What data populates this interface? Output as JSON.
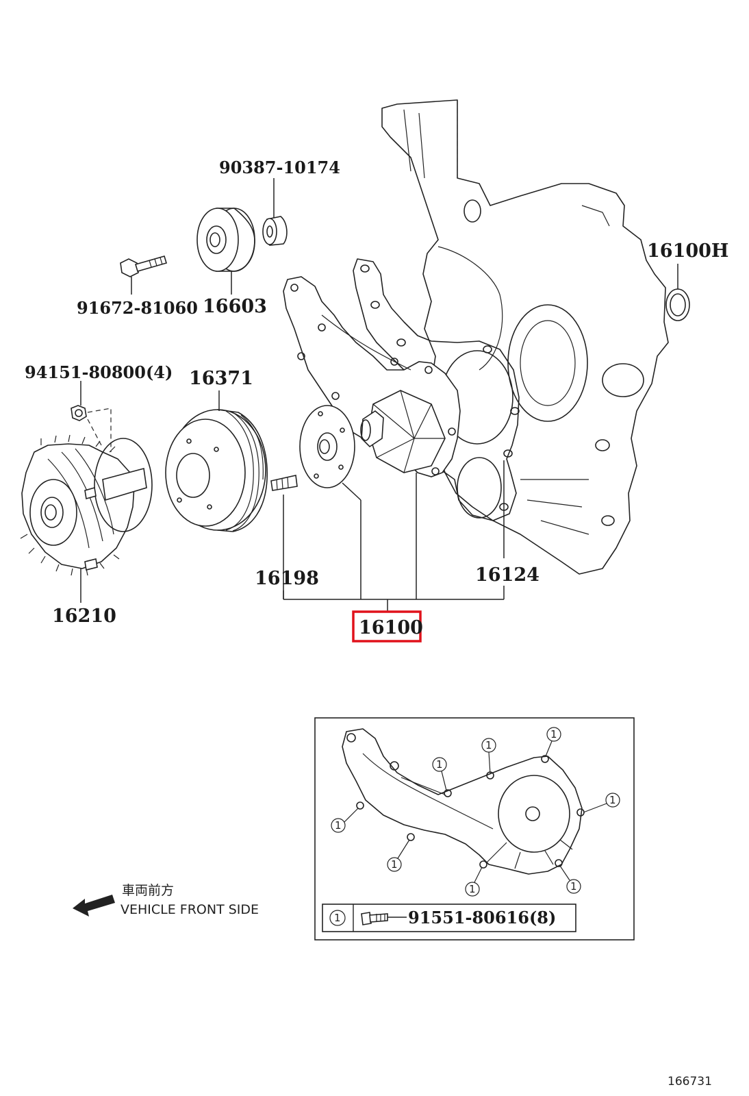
{
  "parts": {
    "p90387": "90387-10174",
    "p16603": "16603",
    "p91672": "91672-81060",
    "p16100H": "16100H",
    "p94151": "94151-80800(4)",
    "p16371": "16371",
    "p16210": "16210",
    "p16198": "16198",
    "p16124": "16124",
    "p16100": "16100"
  },
  "direction": {
    "jp": "車両前方",
    "en": "VEHICLE FRONT SIDE"
  },
  "inset": {
    "marker": "1",
    "bolt_part": "91551-80616(8)"
  },
  "illustration_code": "166731",
  "highlight_color": "#e0121b"
}
